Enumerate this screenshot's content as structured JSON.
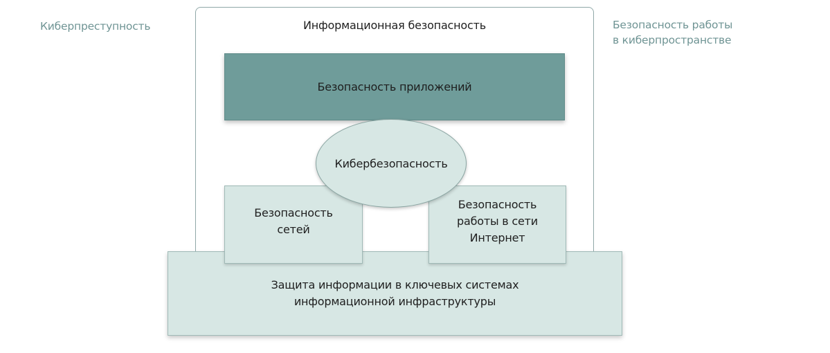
{
  "labels": {
    "left": "Киберпреступность",
    "right_line1": "Безопасность работы",
    "right_line2": "в киберпространстве"
  },
  "outer": {
    "title": "Информационная безопасность"
  },
  "application_security": "Безопасность приложений",
  "cybersecurity": "Кибербезопасность",
  "network_security": {
    "line1": "Безопасность",
    "line2": "сетей"
  },
  "internet_security": {
    "line1": "Безопасность",
    "line2": "работы в сети",
    "line3": "Интернет"
  },
  "infrastructure_protection": {
    "line1": "Защита информации в ключевых системах",
    "line2": "информационной инфраструктуры"
  },
  "colors": {
    "accent_dark": "#6f9c9a",
    "accent_light": "#d7e7e4",
    "side_text": "#6f9494"
  }
}
